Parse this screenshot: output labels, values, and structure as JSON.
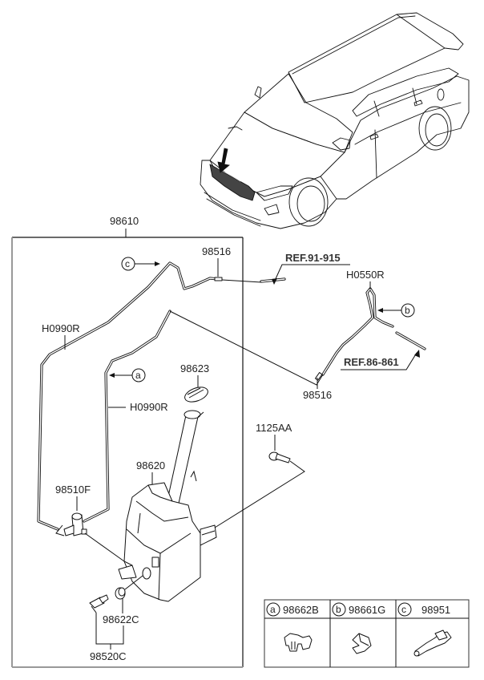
{
  "diagram": {
    "title": "Windshield Washer Reservoir Assembly",
    "assembly_label": "98610",
    "callouts": {
      "hose_upper": "98516",
      "hose_left": "H0990R",
      "hose_mid": "H0990R",
      "hose_right": "H0550R",
      "joint_lower": "98516",
      "cap": "98623",
      "reservoir": "98620",
      "pump": "98510F",
      "bolt": "1125AA",
      "grommet": "98622C",
      "pump_grommet_set": "98520C"
    },
    "references": {
      "ref_upper": "REF.91-915",
      "ref_lower": "REF.86-861"
    },
    "clip_markers": {
      "a": "a",
      "b": "b",
      "c": "c"
    }
  },
  "clip_table": {
    "columns": [
      {
        "marker": "a",
        "part_number": "98662B"
      },
      {
        "marker": "b",
        "part_number": "98661G"
      },
      {
        "marker": "c",
        "part_number": "98951"
      }
    ]
  }
}
